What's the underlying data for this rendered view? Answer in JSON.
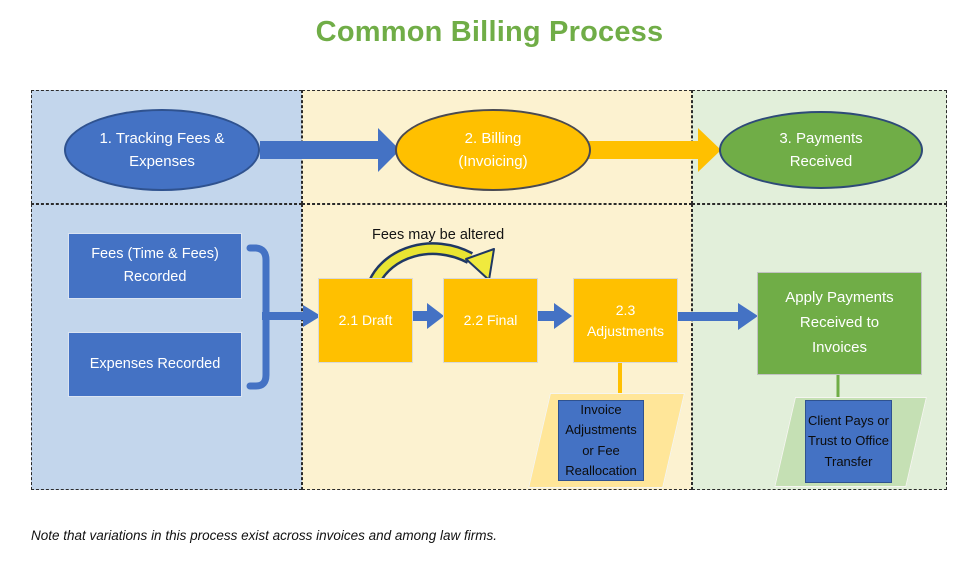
{
  "title": "Common Billing Process",
  "stages": {
    "tracking": {
      "label": "1. Tracking Fees & Expenses"
    },
    "billing": {
      "label": "2. Billing (Invoicing)"
    },
    "payments": {
      "label": "3. Payments Received"
    }
  },
  "tracking_detail": {
    "fees_box": "Fees (Time & Fees) Recorded",
    "expenses_box": "Expenses Recorded"
  },
  "billing_detail": {
    "draft": "2.1 Draft",
    "final": "2.2 Final",
    "adjustments": "2.3 Adjustments",
    "annotation": "Fees may be altered",
    "adjustments_note": "Invoice Adjustments or Fee Reallocation"
  },
  "payments_detail": {
    "apply_box": "Apply Payments Received to Invoices",
    "client_note": "Client Pays or Trust to Office Transfer"
  },
  "footnote": "Note that variations in this process exist across invoices and among law firms.",
  "colors": {
    "accent_blue": "#4472C4",
    "accent_gold": "#FFC000",
    "accent_green": "#70AD47",
    "panel_blue": "#C3D6EC",
    "panel_yellow": "#FCF2D0",
    "panel_green": "#E2EFDA",
    "parallelogram_gold": "#FFE699",
    "parallelogram_green": "#C5E0B4",
    "title_green": "#70AD47"
  }
}
